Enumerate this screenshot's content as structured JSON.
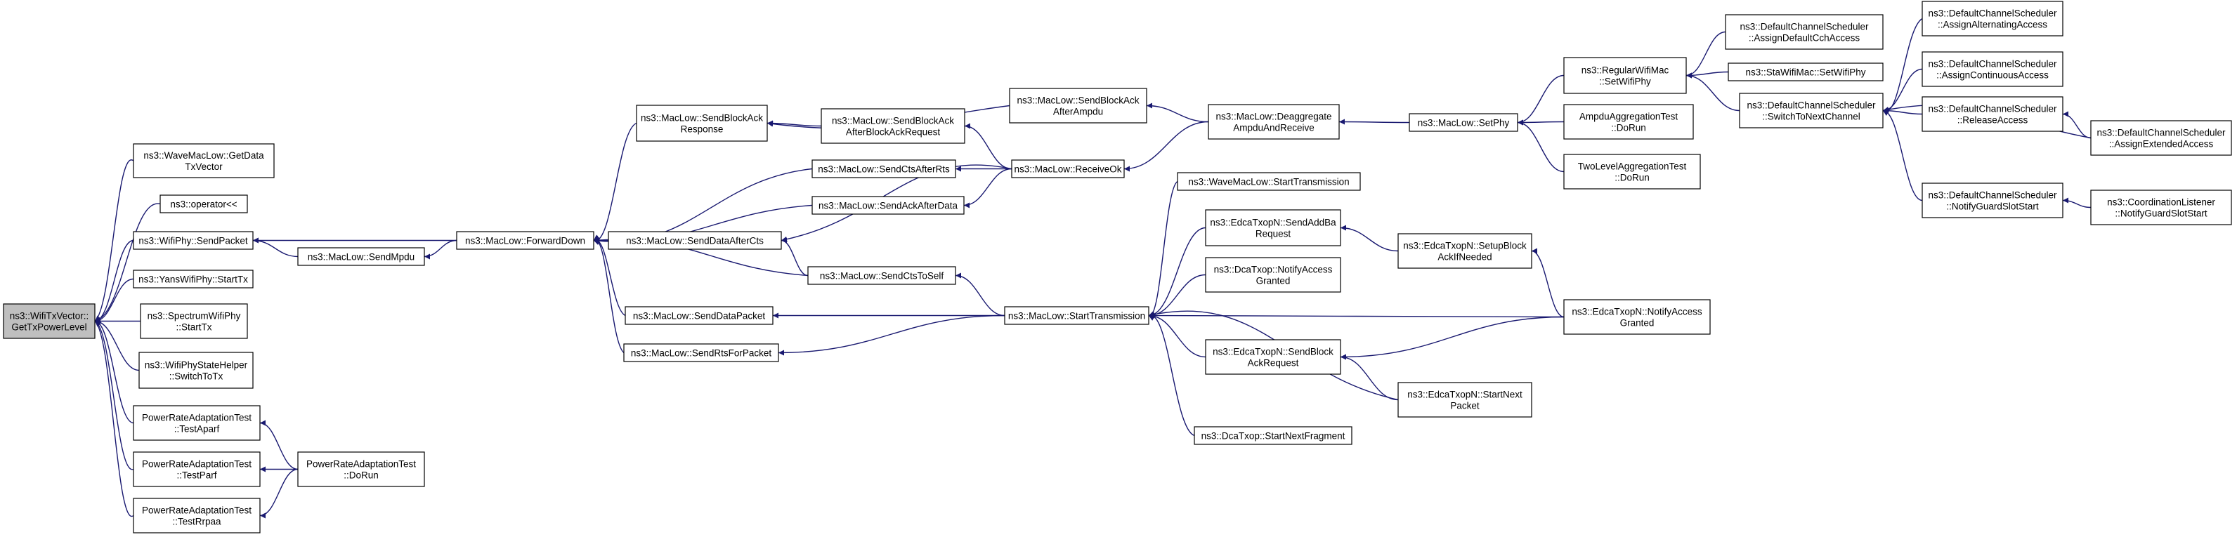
{
  "graph": {
    "edge_color": "#191970",
    "root_fill": "#bfbfbf",
    "node_fill": "#ffffff",
    "nodes": [
      {
        "id": "root",
        "lines": [
          "ns3::WifiTxVector::",
          "GetTxPowerLevel"
        ],
        "root": true
      },
      {
        "id": "wave_getdata",
        "lines": [
          "ns3::WaveMacLow::GetData",
          "TxVector"
        ]
      },
      {
        "id": "operator",
        "lines": [
          "ns3::operator<<"
        ]
      },
      {
        "id": "wifiphy_send",
        "lines": [
          "ns3::WifiPhy::SendPacket"
        ]
      },
      {
        "id": "yans_starttx",
        "lines": [
          "ns3::YansWifiPhy::StartTx"
        ]
      },
      {
        "id": "spectrum_starttx",
        "lines": [
          "ns3::SpectrumWifiPhy",
          "::StartTx"
        ]
      },
      {
        "id": "statehelper",
        "lines": [
          "ns3::WifiPhyStateHelper",
          "::SwitchToTx"
        ]
      },
      {
        "id": "testaparf",
        "lines": [
          "PowerRateAdaptationTest",
          "::TestAparf"
        ]
      },
      {
        "id": "testparf",
        "lines": [
          "PowerRateAdaptationTest",
          "::TestParf"
        ]
      },
      {
        "id": "testrrpaa",
        "lines": [
          "PowerRateAdaptationTest",
          "::TestRrpaa"
        ]
      },
      {
        "id": "prat_dorun",
        "lines": [
          "PowerRateAdaptationTest",
          "::DoRun"
        ]
      },
      {
        "id": "sendmpdu",
        "lines": [
          "ns3::MacLow::SendMpdu"
        ]
      },
      {
        "id": "forwarddown",
        "lines": [
          "ns3::MacLow::ForwardDown"
        ]
      },
      {
        "id": "sendblockackresp",
        "lines": [
          "ns3::MacLow::SendBlockAck",
          "Response"
        ]
      },
      {
        "id": "sendctsafterrts",
        "lines": [
          "ns3::MacLow::SendCtsAfterRts"
        ]
      },
      {
        "id": "sendackafterdata",
        "lines": [
          "ns3::MacLow::SendAckAfterData"
        ]
      },
      {
        "id": "senddataaftercts",
        "lines": [
          "ns3::MacLow::SendDataAfterCts"
        ]
      },
      {
        "id": "sendctstoself",
        "lines": [
          "ns3::MacLow::SendCtsToSelf"
        ]
      },
      {
        "id": "senddatapacket",
        "lines": [
          "ns3::MacLow::SendDataPacket"
        ]
      },
      {
        "id": "sendrtsforpacket",
        "lines": [
          "ns3::MacLow::SendRtsForPacket"
        ]
      },
      {
        "id": "sendbaafterbareq",
        "lines": [
          "ns3::MacLow::SendBlockAck",
          "AfterBlockAckRequest"
        ]
      },
      {
        "id": "sendbaafterampdu",
        "lines": [
          "ns3::MacLow::SendBlockAck",
          "AfterAmpdu"
        ]
      },
      {
        "id": "receiveok",
        "lines": [
          "ns3::MacLow::ReceiveOk"
        ]
      },
      {
        "id": "starttransmission",
        "lines": [
          "ns3::MacLow::StartTransmission"
        ]
      },
      {
        "id": "deaggregate",
        "lines": [
          "ns3::MacLow::Deaggregate",
          "AmpduAndReceive"
        ]
      },
      {
        "id": "setphy",
        "lines": [
          "ns3::MacLow::SetPhy"
        ]
      },
      {
        "id": "regular_setwifiphy",
        "lines": [
          "ns3::RegularWifiMac",
          "::SetWifiPhy"
        ]
      },
      {
        "id": "ampdu_dorun",
        "lines": [
          "AmpduAggregationTest",
          "::DoRun"
        ]
      },
      {
        "id": "twolevel_dorun",
        "lines": [
          "TwoLevelAggregationTest",
          "::DoRun"
        ]
      },
      {
        "id": "sta_setwifiphy",
        "lines": [
          "ns3::StaWifiMac::SetWifiPhy"
        ]
      },
      {
        "id": "dcs_assigndefault",
        "lines": [
          "ns3::DefaultChannelScheduler",
          "::AssignDefaultCchAccess"
        ]
      },
      {
        "id": "dcs_switchtonext",
        "lines": [
          "ns3::DefaultChannelScheduler",
          "::SwitchToNextChannel"
        ]
      },
      {
        "id": "dcs_assignalternating",
        "lines": [
          "ns3::DefaultChannelScheduler",
          "::AssignAlternatingAccess"
        ]
      },
      {
        "id": "dcs_assigncontinuous",
        "lines": [
          "ns3::DefaultChannelScheduler",
          "::AssignContinuousAccess"
        ]
      },
      {
        "id": "dcs_releaseaccess",
        "lines": [
          "ns3::DefaultChannelScheduler",
          "::ReleaseAccess"
        ]
      },
      {
        "id": "dcs_assignextended",
        "lines": [
          "ns3::DefaultChannelScheduler",
          "::AssignExtendedAccess"
        ]
      },
      {
        "id": "dcs_notifyguard",
        "lines": [
          "ns3::DefaultChannelScheduler",
          "::NotifyGuardSlotStart"
        ]
      },
      {
        "id": "coord_notifyguard",
        "lines": [
          "ns3::CoordinationListener",
          "::NotifyGuardSlotStart"
        ]
      },
      {
        "id": "wave_starttx",
        "lines": [
          "ns3::WaveMacLow::StartTransmission"
        ]
      },
      {
        "id": "edca_sendaddba",
        "lines": [
          "ns3::EdcaTxopN::SendAddBa",
          "Request"
        ]
      },
      {
        "id": "dca_notifyaccess",
        "lines": [
          "ns3::DcaTxop::NotifyAccess",
          "Granted"
        ]
      },
      {
        "id": "edca_sendbareq",
        "lines": [
          "ns3::EdcaTxopN::SendBlock",
          "AckRequest"
        ]
      },
      {
        "id": "dca_startnextfrag",
        "lines": [
          "ns3::DcaTxop::StartNextFragment"
        ]
      },
      {
        "id": "edca_setupblockack",
        "lines": [
          "ns3::EdcaTxopN::SetupBlock",
          "AckIfNeeded"
        ]
      },
      {
        "id": "edca_notifyaccess",
        "lines": [
          "ns3::EdcaTxopN::NotifyAccess",
          "Granted"
        ]
      },
      {
        "id": "edca_startnextpacket",
        "lines": [
          "ns3::EdcaTxopN::StartNext",
          "Packet"
        ]
      }
    ]
  }
}
